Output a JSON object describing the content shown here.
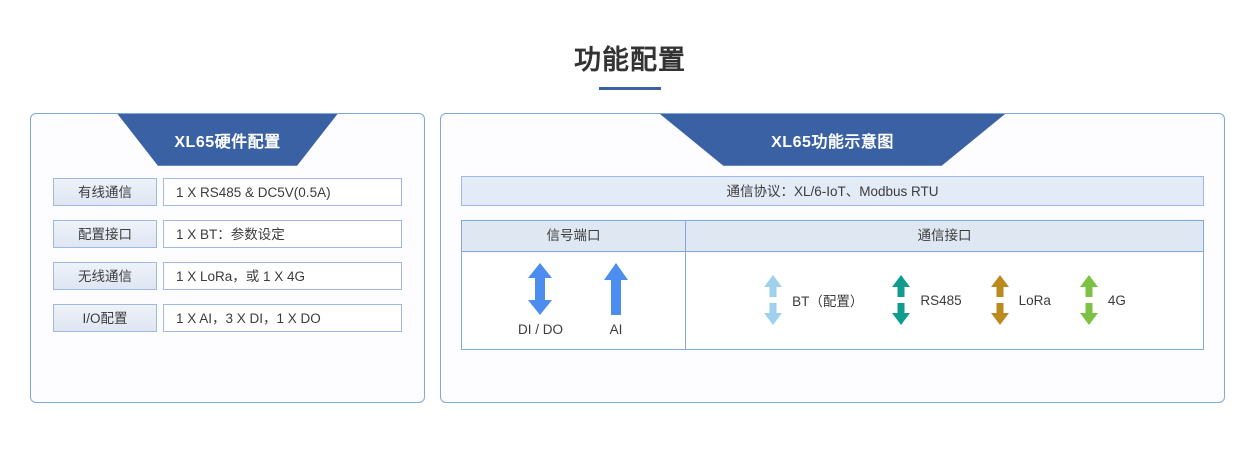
{
  "page": {
    "title": "功能配置"
  },
  "left_panel": {
    "banner_title": "XL65硬件配置",
    "rows": [
      {
        "label": "有线通信",
        "value": "1 X RS485 & DC5V(0.5A)"
      },
      {
        "label": "配置接口",
        "value": "1 X BT：参数设定"
      },
      {
        "label": "无线通信",
        "value": "1 X LoRa，或 1 X 4G"
      },
      {
        "label": "I/O配置",
        "value": "1 X AI，3 X DI，1 X DO"
      }
    ]
  },
  "right_panel": {
    "banner_title": "XL65功能示意图",
    "protocol": "通信协议：XL/6-IoT、Modbus RTU",
    "table": {
      "headers": [
        "信号端口",
        "通信接口"
      ],
      "signal_ports": [
        {
          "label": "DI / DO",
          "arrow": "double-arrow-icon",
          "color": "#4d8df0"
        },
        {
          "label": "AI",
          "arrow": "up-arrow-icon",
          "color": "#4d8df0"
        }
      ],
      "comm_ports": [
        {
          "label": "BT（配置）",
          "arrow": "split-double-arrow-icon",
          "color": "#9fd0ee"
        },
        {
          "label": "RS485",
          "arrow": "split-double-arrow-icon",
          "color": "#0f9b8e"
        },
        {
          "label": "LoRa",
          "arrow": "split-double-arrow-icon",
          "color": "#bb8a1f"
        },
        {
          "label": "4G",
          "arrow": "split-double-arrow-icon",
          "color": "#7dc242"
        }
      ]
    }
  },
  "theme": {
    "banner_blue": "#3a61a4",
    "border_blue": "#7fa8dd",
    "header_fill": "#dfe7f3",
    "protocol_fill": "#e3ebf6"
  }
}
